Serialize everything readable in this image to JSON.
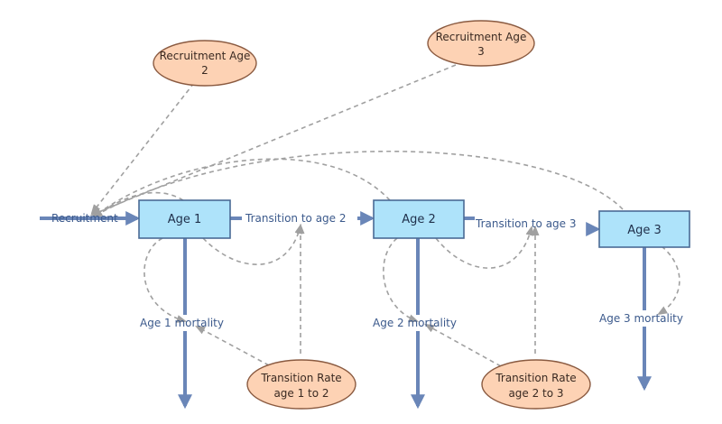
{
  "stocks": {
    "age1": "Age 1",
    "age2": "Age 2",
    "age3": "Age 3"
  },
  "flows": {
    "recruitment": "Recruitment",
    "transition12": "Transition to age 2",
    "transition23": "Transition to age 3",
    "mortality1": "Age 1 mortality",
    "mortality2": "Age 2 mortality",
    "mortality3": "Age 3 mortality"
  },
  "variables": {
    "recruitment_age2": [
      "Recruitment Age",
      "2"
    ],
    "recruitment_age3": [
      "Recruitment Age",
      "3"
    ],
    "transition_rate_12": [
      "Transition Rate",
      "age 1 to 2"
    ],
    "transition_rate_23": [
      "Transition Rate",
      "age 2 to 3"
    ]
  },
  "colors": {
    "stock_fill": "#aee3fa",
    "variable_fill": "#fdd2b4",
    "flow_pipe": "#6a86b8",
    "link": "#a0a0a0"
  }
}
